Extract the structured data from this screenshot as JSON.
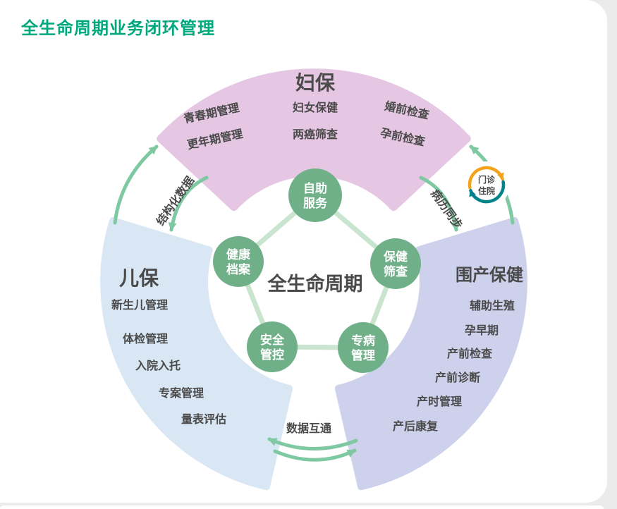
{
  "page": {
    "title": "全生命周期业务闭环管理"
  },
  "center": {
    "title": "全生命周期",
    "nodes": [
      {
        "name": "self-service",
        "line1": "自助",
        "line2": "服务"
      },
      {
        "name": "health-archive",
        "line1": "健康",
        "line2": "档案"
      },
      {
        "name": "health-screening",
        "line1": "保健",
        "line2": "筛查"
      },
      {
        "name": "safety-control",
        "line1": "安全",
        "line2": "管控"
      },
      {
        "name": "special-disease",
        "line1": "专病",
        "line2": "管理"
      }
    ]
  },
  "segments": {
    "fubao": {
      "title": "妇保",
      "items": [
        "青春期管理",
        "更年期管理",
        "妇女保健",
        "两癌筛查",
        "婚前检查",
        "孕前检查"
      ]
    },
    "erbao": {
      "title": "儿保",
      "items": [
        "新生儿管理",
        "体检管理",
        "入院入托",
        "专案管理",
        "量表评估"
      ]
    },
    "weichan": {
      "title": "围产保健",
      "items": [
        "辅助生殖",
        "孕早期",
        "产前检查",
        "产前诊断",
        "产时管理",
        "产后康复"
      ]
    }
  },
  "connectors": {
    "left_label": "结构化数据",
    "right_label": "病历同步",
    "bottom_label": "数据互通",
    "badge": {
      "top": "门诊",
      "bottom": "住院"
    }
  },
  "colors": {
    "title_green": "#00a87e",
    "fubao_fill": "#e5c7e3",
    "erbao_fill": "#d9e7f4",
    "weichan_fill": "#cdd1ec",
    "node_green": "#6fb089",
    "pentagon_line": "#c9e5cf",
    "arrow_green": "#7ec8a2",
    "badge_orange": "#f5a21b",
    "badge_teal": "#00838a",
    "text_dark": "#4a4a4a"
  }
}
